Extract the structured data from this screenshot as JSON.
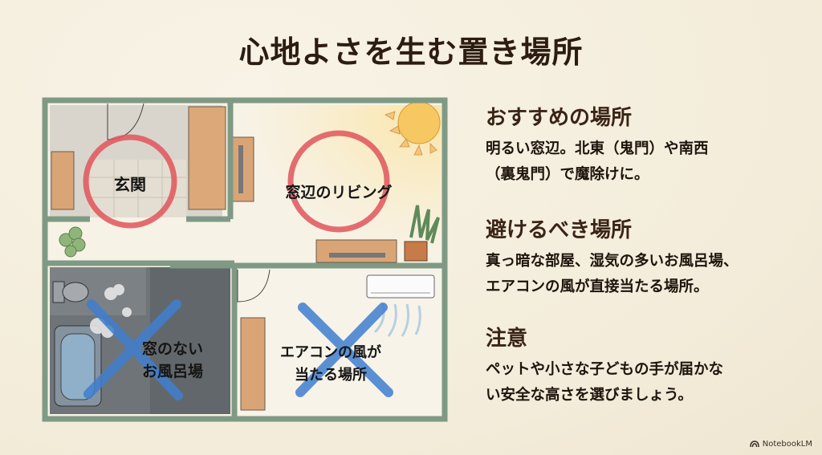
{
  "title": "心地よさを生む置き場所",
  "floorplan": {
    "rooms": [
      {
        "label": "玄関",
        "mark": "circle",
        "verdict": "good"
      },
      {
        "label": "窓辺のリビング",
        "mark": "circle",
        "verdict": "good"
      },
      {
        "label_line1": "窓のない",
        "label_line2": "お風呂場",
        "mark": "cross",
        "verdict": "bad"
      },
      {
        "label_line1": "エアコンの風が",
        "label_line2": "当たる場所",
        "mark": "cross",
        "verdict": "bad"
      }
    ],
    "icons": [
      "sun-icon",
      "potted-plant-icon",
      "air-conditioner-icon",
      "toilet-icon",
      "bathtub-icon",
      "steam-icon"
    ]
  },
  "sections": [
    {
      "heading": "おすすめの場所",
      "body_line1": "明るい窓辺。北東（鬼門）や南西",
      "body_line2": "（裏鬼門）で魔除けに。"
    },
    {
      "heading": "避けるべき場所",
      "body_line1": "真っ暗な部屋、湿気の多いお風呂場、",
      "body_line2": "エアコンの風が直接当たる場所。"
    },
    {
      "heading": "注意",
      "body_line1": "ペットや小さな子どもの手が届かな",
      "body_line2": "い安全な高さを選びましょう。"
    }
  ],
  "branding": {
    "label": "NotebookLM"
  },
  "colors": {
    "wall": "#7f9a84",
    "good_circle": "#e0555a",
    "bad_cross": "#3f7fd0",
    "furniture": "#d9a577",
    "background": "#f6f0e0"
  }
}
